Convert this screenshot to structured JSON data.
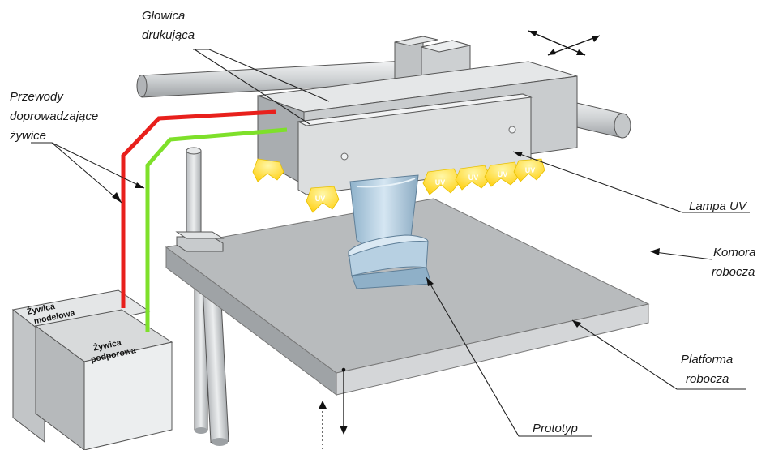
{
  "labels": {
    "glowica_line1": "Głowica",
    "glowica_line2": "drukująca",
    "przewody_line1": "Przewody",
    "przewody_line2": "doprowadzające",
    "przewody_line3": "żywice",
    "lampa": "Lampa UV",
    "komora_line1": "Komora",
    "komora_line2": "robocza",
    "platforma_line1": "Platforma",
    "platforma_line2": "robocza",
    "prototyp": "Prototyp",
    "zywica_modelowa_line1": "Żywica",
    "zywica_modelowa_line2": "modelowa",
    "zywica_podporowa_line1": "Żywica",
    "zywica_podporowa_line2": "podporowa",
    "uv": "UV"
  },
  "colors": {
    "model_resin_line": "#e8201c",
    "support_resin_line": "#7ee02a",
    "uv_glow": "#ffe24a",
    "part": "#a9c6dc",
    "metal": "#d6d8da"
  }
}
